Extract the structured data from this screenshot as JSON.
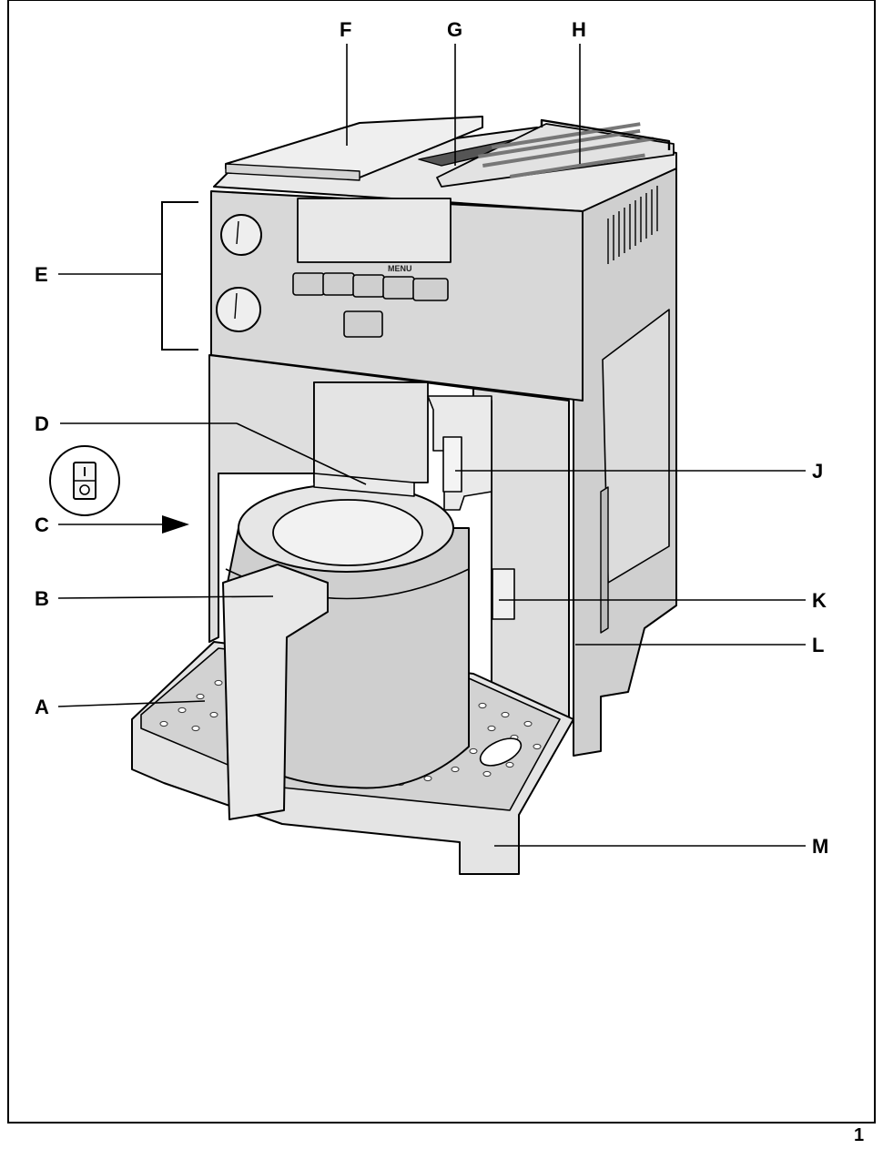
{
  "page": {
    "number": "1"
  },
  "callouts": [
    {
      "id": "A",
      "text": "A"
    },
    {
      "id": "B",
      "text": "B"
    },
    {
      "id": "C",
      "text": "C"
    },
    {
      "id": "D",
      "text": "D"
    },
    {
      "id": "E",
      "text": "E"
    },
    {
      "id": "F",
      "text": "F"
    },
    {
      "id": "G",
      "text": "G"
    },
    {
      "id": "H",
      "text": "H"
    },
    {
      "id": "J",
      "text": "J"
    },
    {
      "id": "K",
      "text": "K"
    },
    {
      "id": "L",
      "text": "L"
    },
    {
      "id": "M",
      "text": "M"
    }
  ],
  "control_panel": {
    "menu_button_label": "MENU"
  },
  "colors": {
    "line": "#000000",
    "body": "#d6d6d6",
    "body_dark": "#bdbdbd",
    "body_light": "#ececec",
    "background": "#ffffff"
  }
}
